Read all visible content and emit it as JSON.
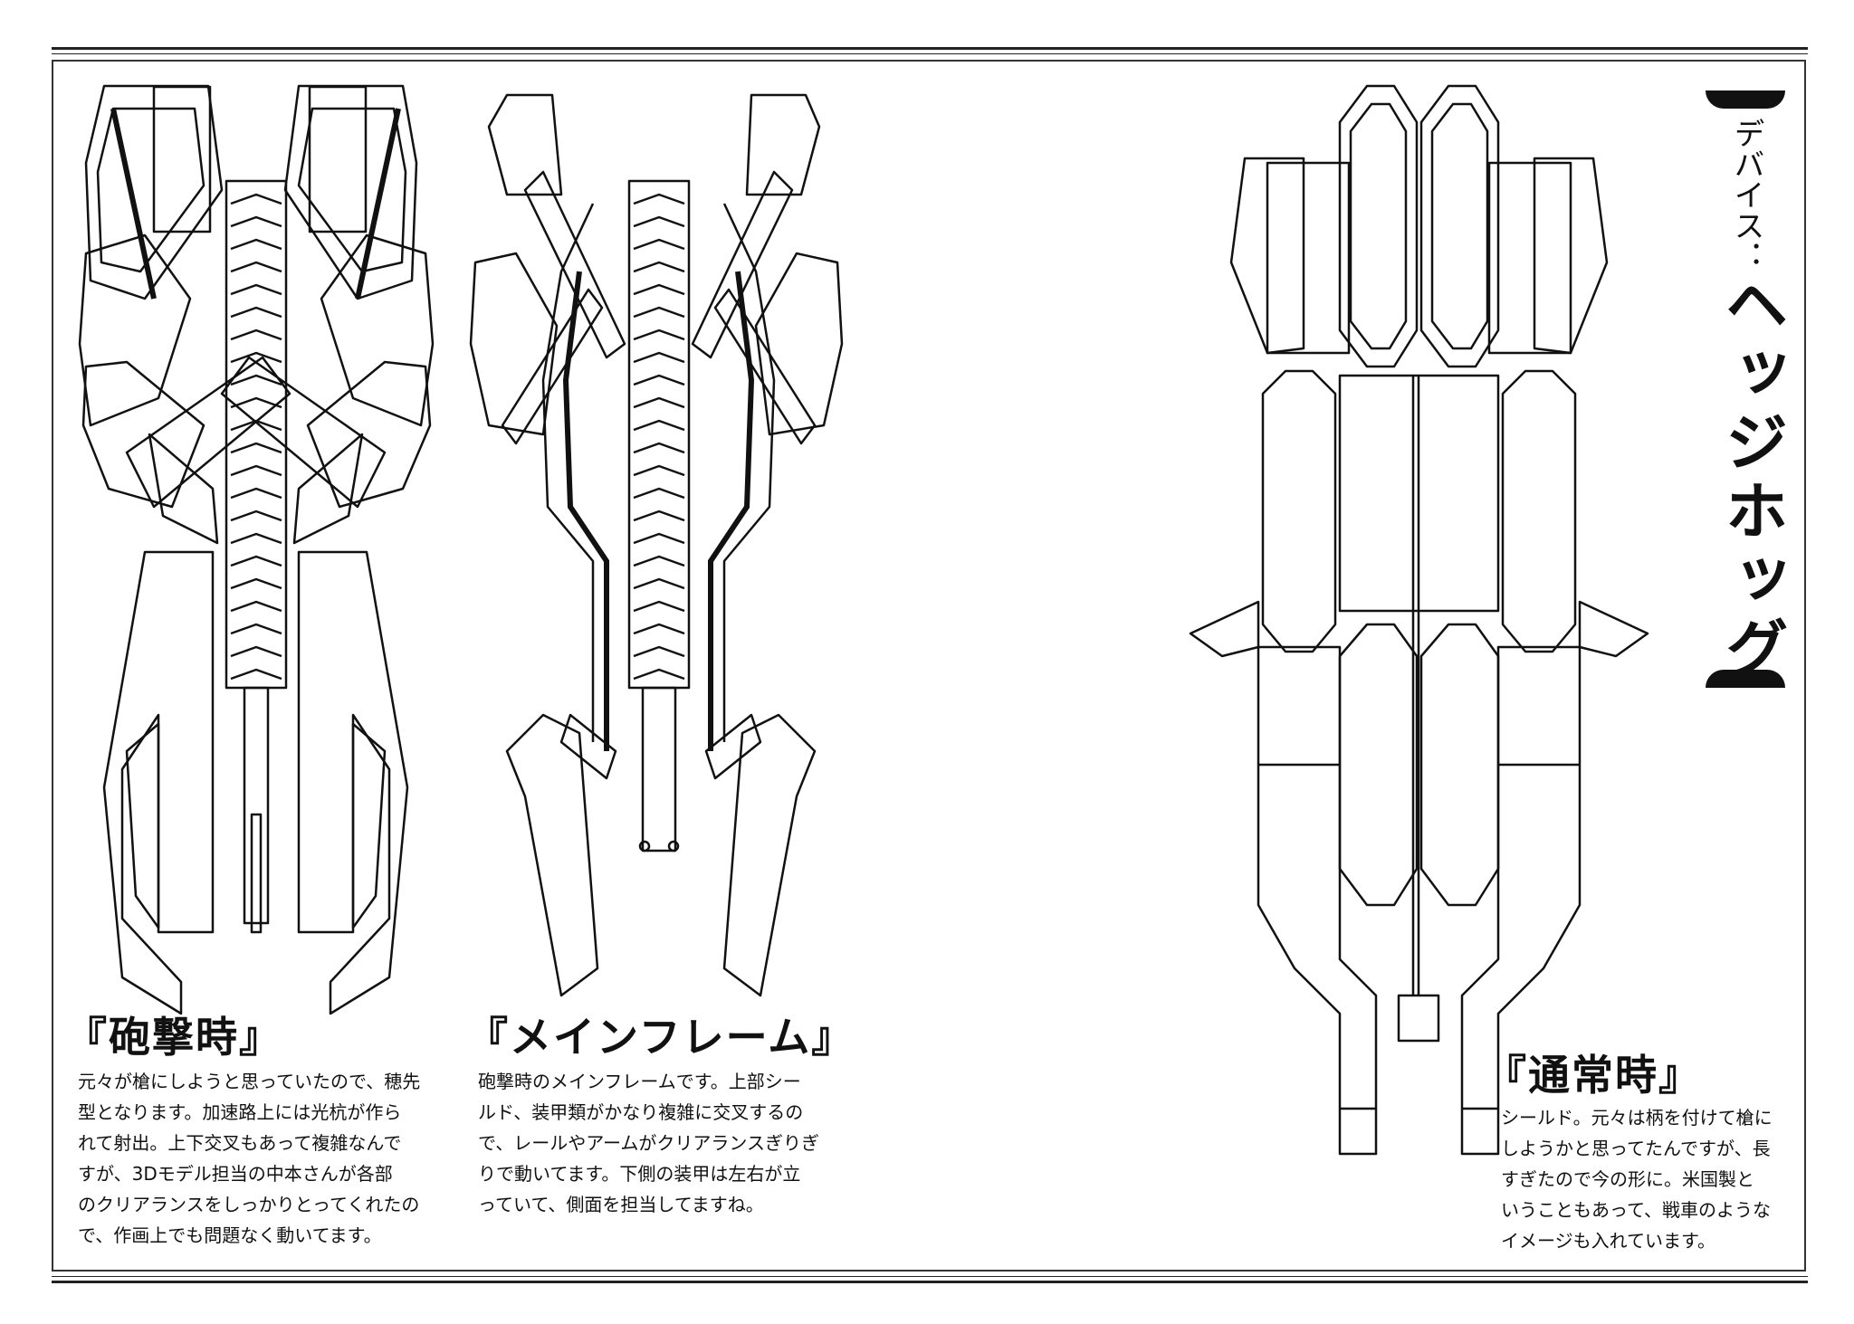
{
  "header_label": "デバイス：",
  "device_name": "ヘッジホッグ",
  "sections": [
    {
      "title": "『砲撃時』",
      "caption": "元々が槍にしようと思っていたので、穂先\n型となります。加速路上には光杭が作ら\nれて射出。上下交叉もあって複雑なんで\nすが、3Dモデル担当の中本さんが各部\nのクリアランスをしっかりとってくれたの\nで、作画上でも問題なく動いてます。"
    },
    {
      "title": "『メインフレーム』",
      "caption": "砲撃時のメインフレームです。上部シー\nルド、装甲類がかなり複雑に交叉するの\nで、レールやアームがクリアランスぎりぎ\nりで動いてます。下側の装甲は左右が立\nっていて、側面を担当してますね。"
    },
    {
      "title": "『通常時』",
      "caption": "シールド。元々は柄を付けて槍に\nしようかと思ってたんですが、長\nすぎたので今の形に。米国製と\nいうこともあって、戦車のような\nイメージも入れています。"
    }
  ]
}
